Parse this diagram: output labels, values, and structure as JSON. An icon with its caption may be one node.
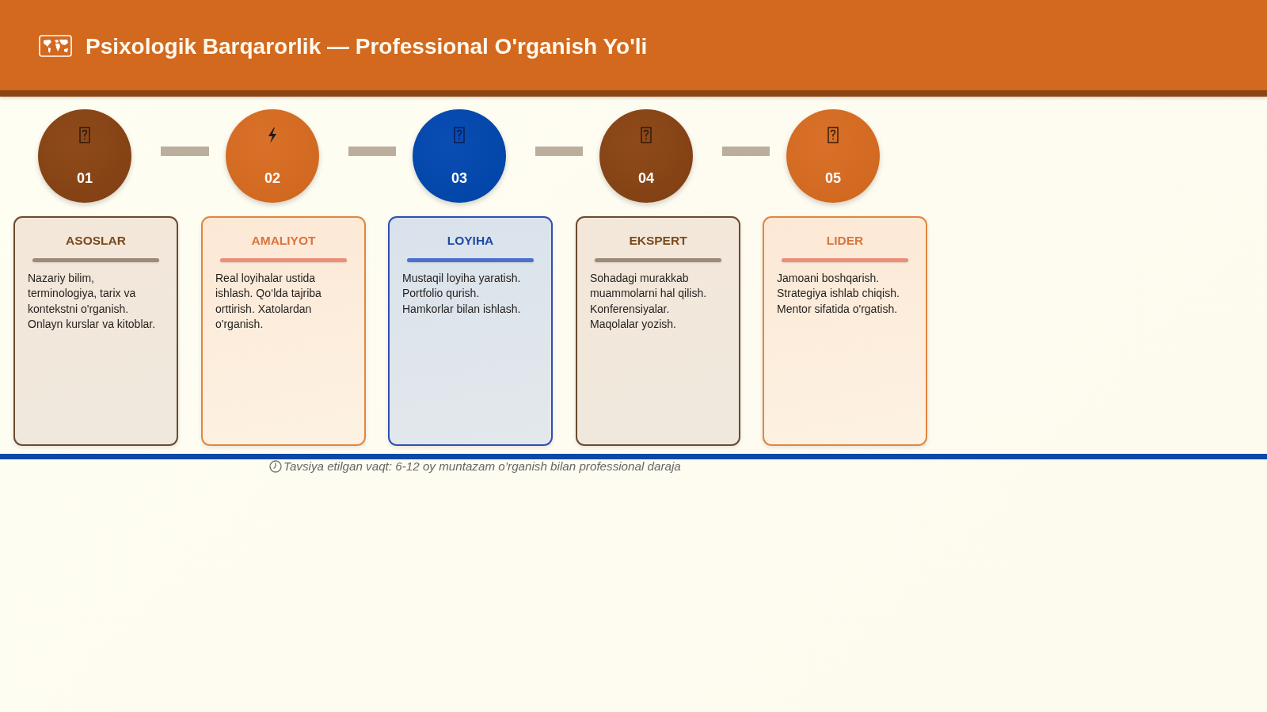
{
  "diagram": {
    "title": "Psixologik Barqarorlik — Professional O'rganish Yo'li",
    "nodes": [
      {
        "text": [
          "01"
        ]
      },
      {
        "text": [
          "02"
        ]
      },
      {
        "text": [
          "03"
        ]
      },
      {
        "text": [
          "04"
        ]
      },
      {
        "text": [
          "05"
        ]
      },
      {
        "text": [
          "ASOSLAR",
          "Nazariy bilim, terminologiya, tarix va kontekstni o'rganish. Onlayn kurslar va kitoblar."
        ]
      },
      {
        "text": [
          "AMALIYOT",
          "Real loyihalar ustida ishlash. Qo‘lda tajriba orttirish. Xatolardan o'rganish."
        ]
      },
      {
        "text": [
          "LOYIHA",
          "Mustaqil loyiha yaratish. Portfolio qurish. Hamkorlar bilan ishlash."
        ]
      },
      {
        "text": [
          "EKSPERT",
          "Sohadagi murakkab muammolarni hal qilish. Konferensiyalar. Maqolalar yozish."
        ]
      },
      {
        "text": [
          "LIDER",
          "Jamoani boshqarish. Strategiya ishlab chiqish. Mentor sifatida o'rgatish."
        ]
      }
    ],
    "edges": [
      {
        "from": 0,
        "to": 1,
        "arrow": "none"
      },
      {
        "from": 1,
        "to": 2,
        "arrow": "none"
      },
      {
        "from": 2,
        "to": 3,
        "arrow": "none"
      },
      {
        "from": 3,
        "to": 4,
        "arrow": "none"
      }
    ],
    "labels": [
      "Tavsiya etilgan vaqt: 6-12 oy muntazam o’rganish bilan professional daraja"
    ]
  }
}
